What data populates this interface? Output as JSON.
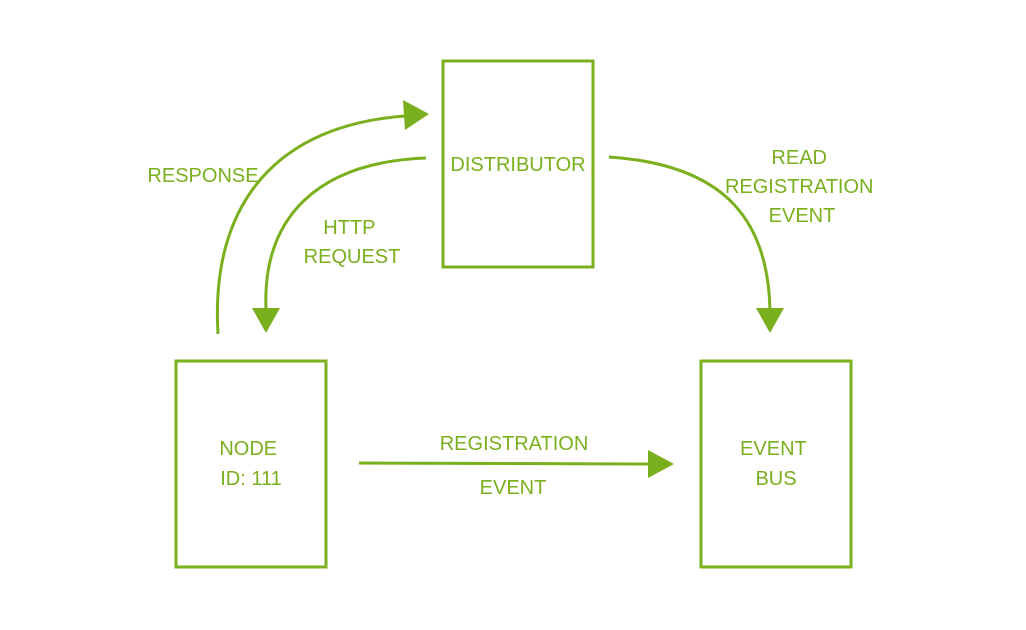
{
  "colors": {
    "accent": "#7aaf1e",
    "background": "#ffffff"
  },
  "nodes": {
    "distributor": {
      "lines": [
        "DISTRIBUTOR"
      ]
    },
    "node": {
      "lines": [
        "NODE",
        "ID: 111"
      ]
    },
    "event_bus": {
      "lines": [
        "EVENT",
        "BUS"
      ]
    }
  },
  "edges": {
    "response": {
      "lines": [
        "RESPONSE"
      ]
    },
    "http_request": {
      "lines": [
        "HTTP",
        "REQUEST"
      ]
    },
    "read_registration_event": {
      "lines": [
        "READ",
        "REGISTRATION",
        "EVENT"
      ]
    },
    "registration_event": {
      "lines": [
        "REGISTRATION",
        "EVENT"
      ]
    }
  }
}
